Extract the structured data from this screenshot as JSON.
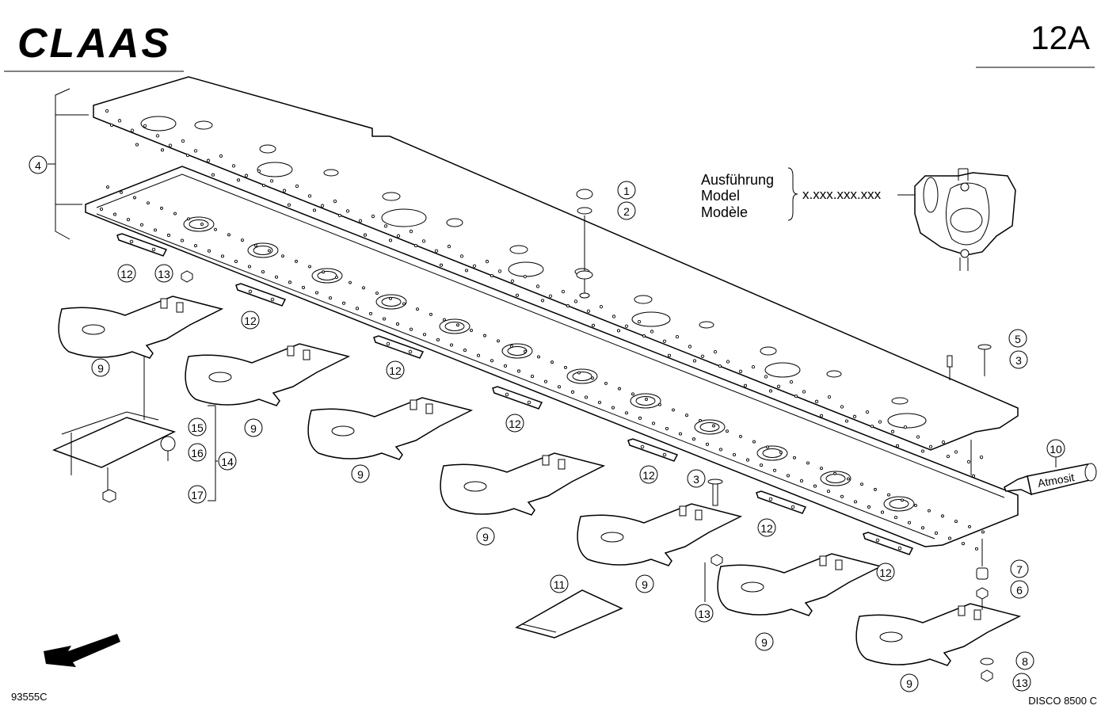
{
  "header": {
    "brand": "CLAAS",
    "page_ref": "12A"
  },
  "variant_note": {
    "lines": [
      "Ausführung",
      "Model",
      "Modèle"
    ],
    "code": "x.xxx.xxx.xxx"
  },
  "product_tube_label": "Atmosit",
  "callouts": [
    "1",
    "2",
    "3",
    "4",
    "5",
    "6",
    "7",
    "8",
    "9",
    "10",
    "11",
    "12",
    "13",
    "14",
    "15",
    "16",
    "17"
  ],
  "footer": {
    "drawing_number": "93555C",
    "model": "DISCO 8500 C"
  }
}
